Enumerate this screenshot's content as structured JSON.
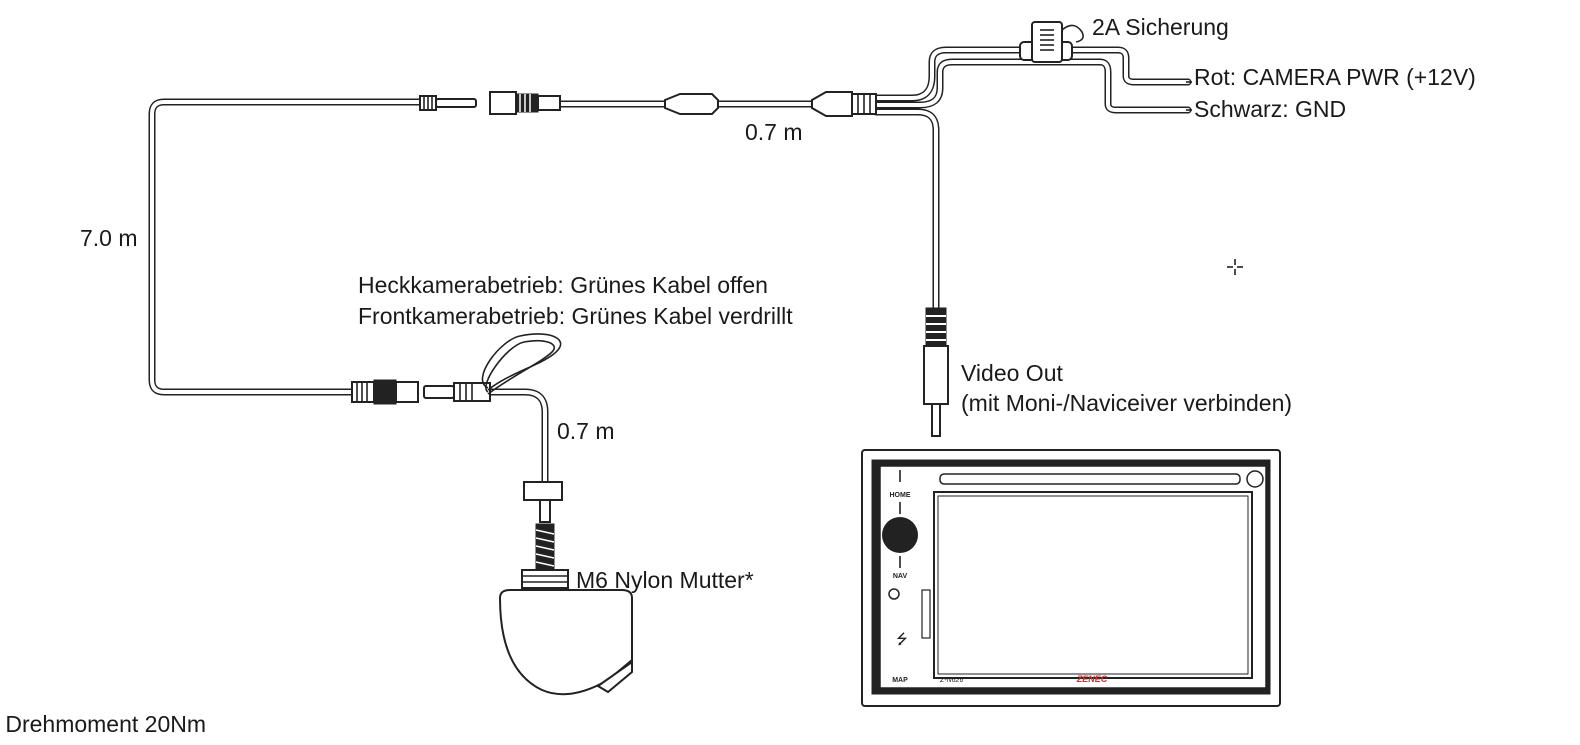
{
  "labels": {
    "fuse": "2A Sicherung",
    "red_wire": "Rot: CAMERA PWR (+12V)",
    "black_wire": "Schwarz: GND",
    "cable_len_top": "0.7 m",
    "cable_len_left": "7.0 m",
    "green_line1": "Heckkamerabetrieb: Grünes Kabel offen",
    "green_line2": "Frontkamerabetrieb: Grünes Kabel verdrillt",
    "cable_len_camera": "0.7 m",
    "nut": "M6 Nylon Mutter*",
    "video_line1": "Video Out",
    "video_line2": "(mit Moni-/Naviceiver verbinden)",
    "torque": "* Drehmoment 20Nm"
  },
  "device": {
    "home": "HOME",
    "nav": "NAV",
    "map": "MAP",
    "model": "Z-N626",
    "brand": "ZENEC",
    "brand_color": "#d0312d"
  },
  "icons": {
    "usb": "usb-icon",
    "crosshair": "crosshair-icon"
  }
}
